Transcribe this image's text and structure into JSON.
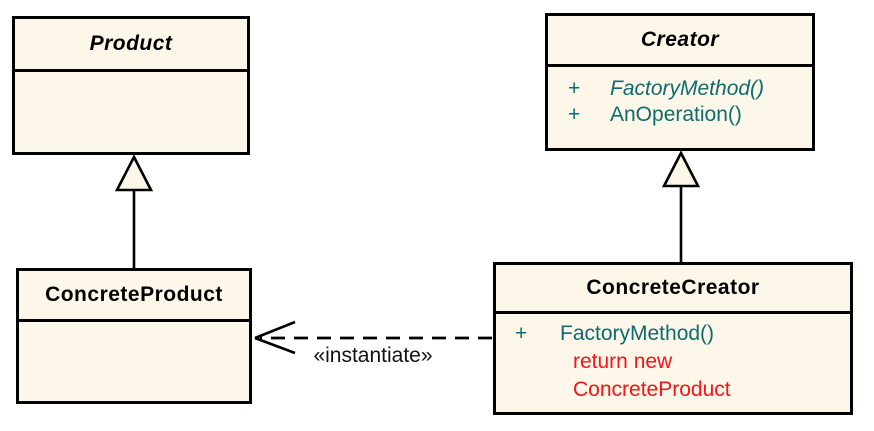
{
  "diagram": {
    "kind": "uml-class-diagram",
    "pattern": "Factory Method",
    "colors": {
      "box_fill": "#FCF7E8",
      "border": "#000000",
      "method_text": "#0E6B6E",
      "note_text": "#F8121B",
      "title_text": "#000000",
      "background": "#FFFFFF"
    }
  },
  "classes": {
    "product": {
      "name": "Product",
      "name_style": "bold-italic",
      "methods": []
    },
    "creator": {
      "name": "Creator",
      "name_style": "bold-italic",
      "methods": [
        {
          "visibility": "+",
          "name": "FactoryMethod()",
          "abstract": true
        },
        {
          "visibility": "+",
          "name": "AnOperation()",
          "abstract": false
        }
      ]
    },
    "concrete_product": {
      "name": "ConcreteProduct",
      "name_style": "bold",
      "methods": []
    },
    "concrete_creator": {
      "name": "ConcreteCreator",
      "name_style": "bold",
      "methods": [
        {
          "visibility": "+",
          "name": "FactoryMethod()",
          "abstract": false
        }
      ],
      "note_lines": [
        "return new",
        "ConcreteProduct"
      ]
    }
  },
  "relationships": {
    "generalizations": [
      {
        "from": "ConcreteProduct",
        "to": "Product"
      },
      {
        "from": "ConcreteCreator",
        "to": "Creator"
      }
    ],
    "dependency": {
      "from": "ConcreteCreator",
      "to": "ConcreteProduct",
      "label": "«instantiate»",
      "style": "dashed-open-arrow"
    }
  }
}
